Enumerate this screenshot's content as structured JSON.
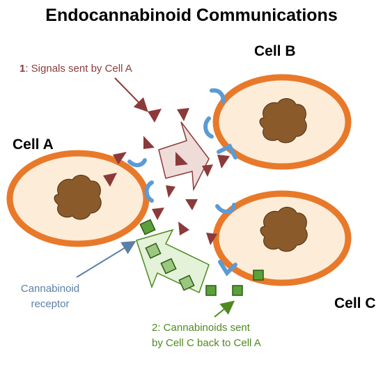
{
  "title": "Endocannabinoid Communications",
  "cells": {
    "a": {
      "label": "Cell A"
    },
    "b": {
      "label": "Cell B"
    },
    "c": {
      "label": "Cell C"
    }
  },
  "annotations": {
    "signals": {
      "number": "1",
      "text": ": Signals sent by Cell A",
      "color": "#8b3a3a"
    },
    "receptor": {
      "line1": "Cannabinoid",
      "line2": "receptor",
      "color": "#5b7fa6"
    },
    "cannabinoids": {
      "line1": "2: Cannabinoids sent",
      "line2": "by Cell C back to Cell A",
      "color": "#4e8a1f"
    }
  },
  "colors": {
    "membrane": "#e8792a",
    "cytoplasm": "#fcecd8",
    "nucleus": "#8b5a2b",
    "signal": "#8b3a3a",
    "receptor": "#5b9bd5",
    "cannabinoid": "#4e8a1f"
  }
}
